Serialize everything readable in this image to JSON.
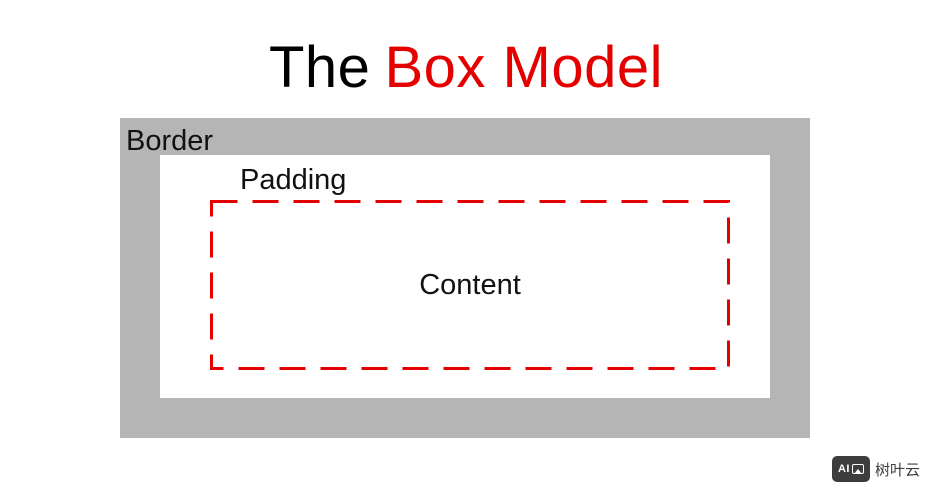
{
  "title": {
    "prefix": "The",
    "highlight": "Box Model"
  },
  "diagram": {
    "border_label": "Border",
    "padding_label": "Padding",
    "content_label": "Content"
  },
  "watermark": {
    "logo_text": "AI",
    "brand_text": "树叶云"
  },
  "colors": {
    "accent_red": "#e50000",
    "border_gray": "#b5b5b5",
    "text_black": "#1c1c1c",
    "wm_dark": "#3d3d3d"
  }
}
